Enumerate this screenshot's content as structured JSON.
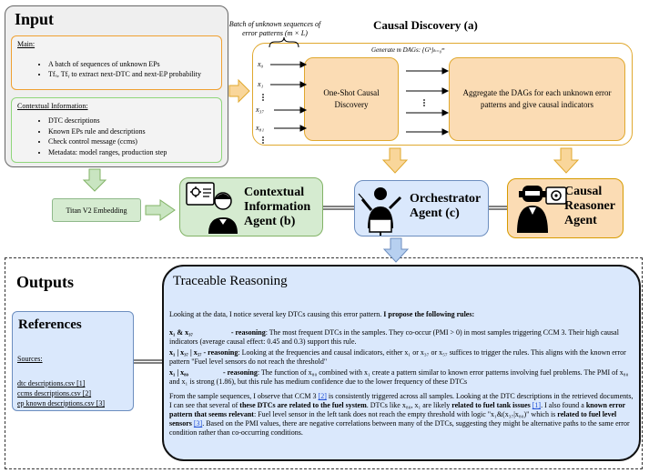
{
  "input": {
    "title": "Input",
    "main_label": "Main:",
    "main_items": [
      "A batch of sequences of unknown EPs",
      "Tfₓ, Tfᵧ to extract next-DTC and next-EP probability"
    ],
    "context_label": "Contextual Information:",
    "context_items": [
      "DTC descriptions",
      "Known EPs rule and descriptions",
      "Check control message (ccms)",
      "Metadata: model ranges, production step"
    ]
  },
  "causal": {
    "title": "Causal Discovery (a)",
    "batch_label_line1": "Batch of unknown sequences of",
    "batch_label_line2": "error patterns (m × L)",
    "generate_label": "Generate m DAGs: {Gᵏ}ₖ₌₀ᵐ",
    "x_labels": [
      "x₀",
      "x₁",
      "x₃₇",
      "x₈₁"
    ],
    "one_shot": "One-Shot Causal Discovery",
    "aggregate": "Aggregate the DAGs for each unknown error patterns and give causal indicators"
  },
  "agents": {
    "embedding": "Titan V2 Embedding",
    "contextual": [
      "Contextual",
      "Information",
      "Agent (b)"
    ],
    "orchestrator": [
      "Orchestrator",
      "Agent (c)"
    ],
    "causal": [
      "Causal",
      "Reasoner",
      "Agent"
    ]
  },
  "outputs": {
    "title": "Outputs",
    "references_title": "References",
    "sources_label": "Sources:",
    "sources": [
      "dtc descriptions.csv [1]",
      "ccms descriptions.csv [2]",
      "ep known descriptions.csv [3]"
    ]
  },
  "reasoning": {
    "title": "Traceable Reasoning",
    "intro": "Looking at the data, I notice several key DTCs causing this error pattern.",
    "intro_bold": "I propose the following rules:",
    "rule1_head": "x₁ & x₃₇",
    "rule1_label": "- reasoning",
    "rule1_text": ": The most frequent DTCs in the samples. They co-occur (PMI > 0) in most samples triggering CCM 3. Their high causal indicators (average causal effect: 0.45 and 0.3) support this rule.",
    "rule2_head": "x₁ | x₃₇ | x₅₇",
    "rule2_label": "- reasoning",
    "rule2_text": ": Looking at the frequencies and causal indicators, either x₁ or x₃₇ or x₅₇ suffices to trigger the rules. This aligns with the known error pattern \"Fuel level sensors do not reach the threshold\"",
    "rule3_head": "x₁ | x₈₀",
    "rule3_label": "- reasoning",
    "rule3_text": ": The function of x₈₀ combined with x₁ create a pattern similar to known error patterns involving fuel problems. The PMI of x₈₀ and x₁ is strong (1.86), but this rule has medium confidence due to the lower frequency of these DTCs",
    "para_a": "From the sample sequences, I observe that CCM 3",
    "ref2": "[2]",
    "para_b": "is consistently triggered across all samples. Looking at the DTC descriptions in the retrieved documents, I can see that several of",
    "para_b_bold": "these DTCs are related to the fuel system",
    "para_c": ". DTCs like x₈₀, x₁ are likely",
    "para_c_bold": "related to fuel tank issues",
    "ref1": "[1]",
    "para_d": ". I also found a",
    "para_d_bold": "known error pattern that seems relevant",
    "para_e": ": Fuel level sensor in the left tank does not reach the empty threshold with logic \"x₁&(x₃₇|x₈₀)\" which is",
    "para_e_bold": "related to fuel level sensors",
    "ref3": "[3]",
    "para_f": ". Based on the PMI values, there are negative correlations between many of the DTCs, suggesting they might be alternative paths to the same error condition rather than co-occurring conditions."
  },
  "colors": {
    "input_bg": "#efefef",
    "main_border": "#f0a030",
    "context_border": "#8fd67a",
    "causal_border": "#e0a82e",
    "orange_fill": "#fbdcb4",
    "green_fill": "#d5ebd0",
    "blue_fill": "#dae8fc",
    "blue_border": "#6c8ebf",
    "arrow_orange": "#f9d69a",
    "arrow_green": "#c9e5c1",
    "arrow_blue": "#b7d0f0"
  }
}
